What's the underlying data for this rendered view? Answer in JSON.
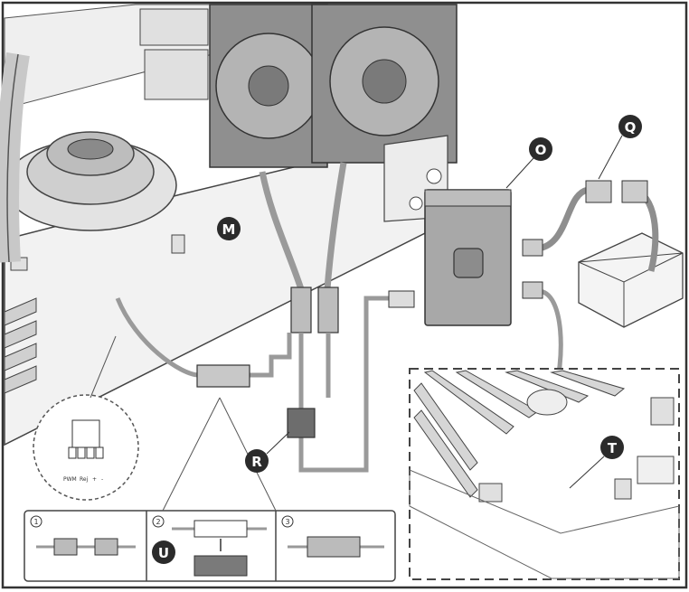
{
  "callouts": {
    "M": "M",
    "O": "O",
    "Q": "Q",
    "R": "R",
    "T": "T",
    "U": "U"
  },
  "inset_steps": [
    "1",
    "2",
    "3"
  ],
  "pin_labels": [
    "PWM",
    "Rej",
    "+",
    "-"
  ],
  "hub_logo": "cooler-master-logo",
  "colors": {
    "line": "#333333",
    "fill_light": "#d9d9d9",
    "fill_mid": "#a6a6a6",
    "fill_dark": "#6e6e6e",
    "callout_bg": "#2b2b2b",
    "callout_text": "#ffffff"
  }
}
